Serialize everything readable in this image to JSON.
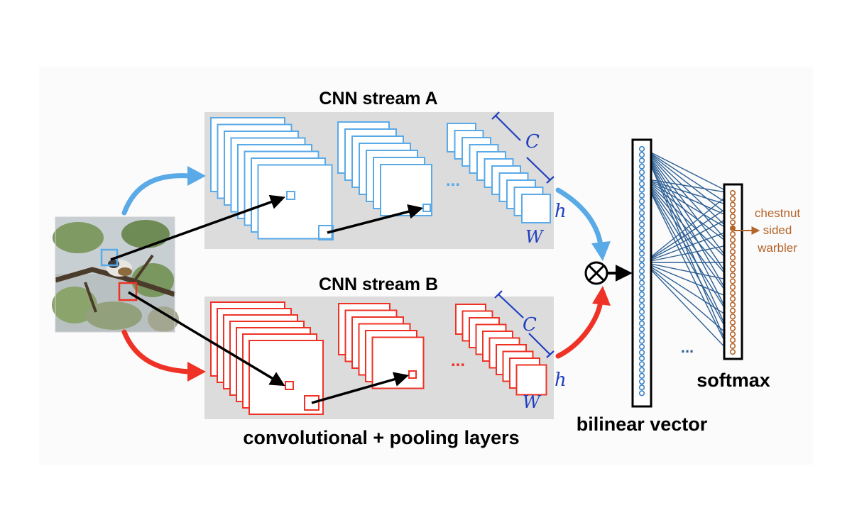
{
  "diagram": {
    "stream_a": {
      "title": "CNN stream A",
      "dims": {
        "c": "C",
        "h": "h",
        "w": "W"
      },
      "ellipsis": "...",
      "color": "#5aaae8"
    },
    "stream_b": {
      "title": "CNN stream B",
      "dims": {
        "c": "C",
        "h": "h",
        "w": "W"
      },
      "ellipsis": "...",
      "color": "#ee3326"
    },
    "layers_label": "convolutional + pooling layers",
    "outer_product_symbol": "⊗",
    "bilinear_label": "bilinear vector",
    "softmax_label": "softmax",
    "ellipsis_between": "...",
    "output_class": [
      "chestnut",
      "sided",
      "warbler"
    ],
    "colors": {
      "panel": "#dcdcdc",
      "handwriting": "#1f3fbf",
      "bilinear_nodes": "#3b82c4",
      "softmax_nodes": "#b5642a",
      "connections": "#2d5f93"
    }
  }
}
